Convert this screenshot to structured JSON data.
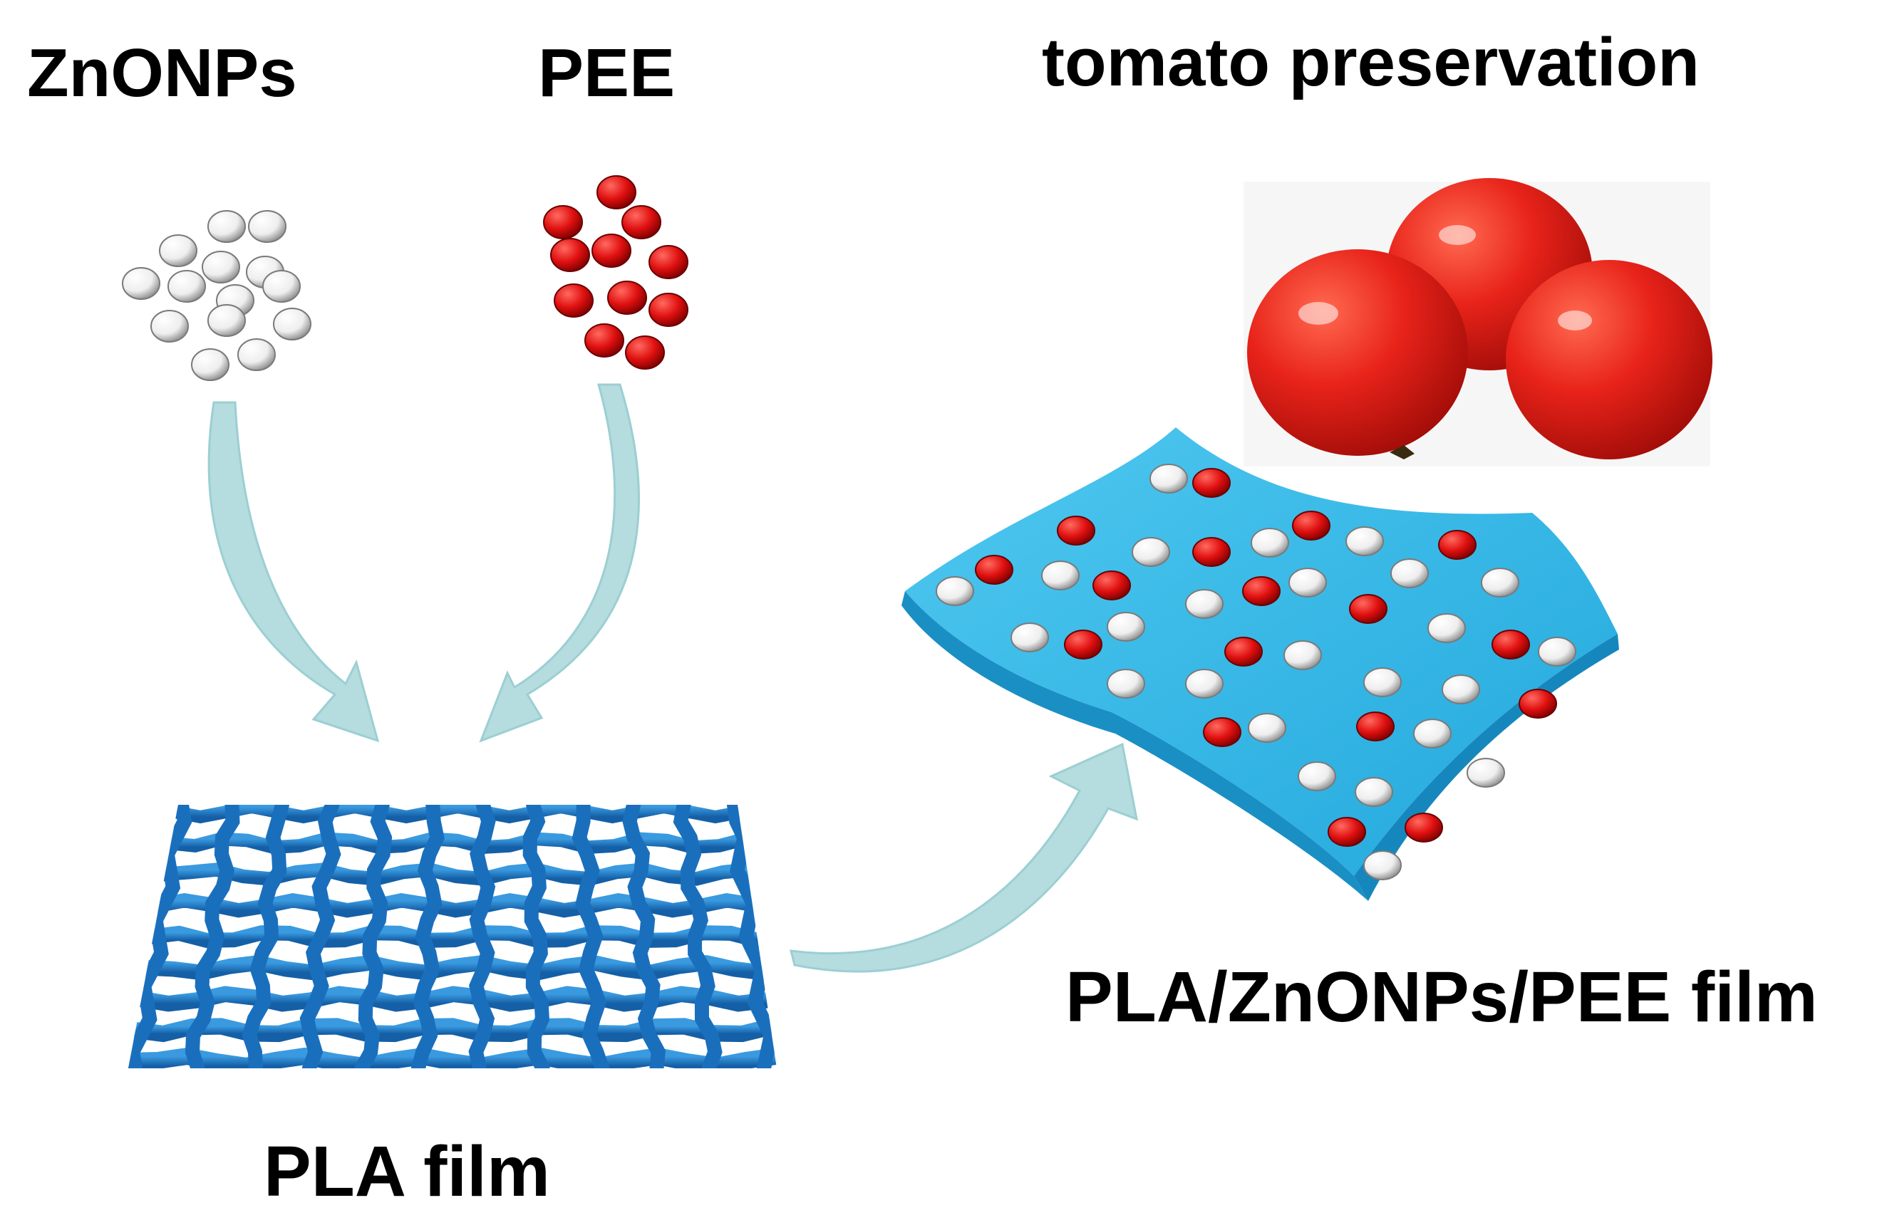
{
  "labels": {
    "znonps": "ZnONPs",
    "pee": "PEE",
    "tomato": "tomato preservation",
    "pla_film": "PLA film",
    "composite_film": "PLA/ZnONPs/PEE film"
  },
  "colors": {
    "zno_particle": "#f2f2f2",
    "pee_particle": "#e01010",
    "arrow_fill": "#b5dcdf",
    "pla_mesh": "#1e78c8",
    "composite_film": "#2cb4e6",
    "tomato": "#e21a14"
  }
}
